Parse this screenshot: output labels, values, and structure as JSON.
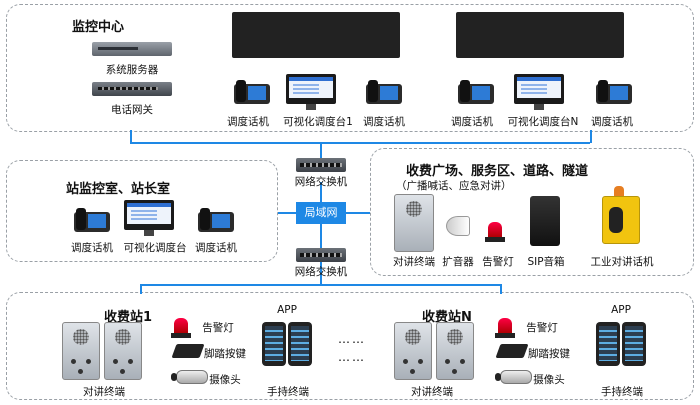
{
  "monitoring_center": {
    "title": "监控中心",
    "server_label": "系统服务器",
    "gateway_label": "电话网关",
    "group1": {
      "phone_left": "调度话机",
      "console": "可视化调度台1",
      "phone_right": "调度话机"
    },
    "groupN": {
      "phone_left": "调度话机",
      "console": "可视化调度台N",
      "phone_right": "调度话机"
    }
  },
  "network": {
    "switch_top_label": "网络交换机",
    "lan_label": "局域网",
    "switch_bottom_label": "网络交换机"
  },
  "station_room": {
    "title": "站监控室、站长室",
    "phone_left": "调度话机",
    "console": "可视化调度台",
    "phone_right": "调度话机"
  },
  "plaza": {
    "title": "收费广场、服务区、道路、隧道",
    "subtitle": "（广播喊话、应急对讲）",
    "intercom": "对讲终端",
    "amplifier": "扩音器",
    "alarm": "告警灯",
    "sip_speaker": "SIP音箱",
    "industrial_phone": "工业对讲话机"
  },
  "station1": {
    "title": "收费站1",
    "alarm": "告警灯",
    "pedal": "脚踏按键",
    "camera": "摄像头",
    "app": "APP",
    "intercom": "对讲终端",
    "handheld": "手持终端"
  },
  "ellipsis": "……",
  "stationN": {
    "title": "收费站N",
    "alarm": "告警灯",
    "pedal": "脚踏按键",
    "camera": "摄像头",
    "app": "APP",
    "intercom": "对讲终端",
    "handheld": "手持终端"
  }
}
